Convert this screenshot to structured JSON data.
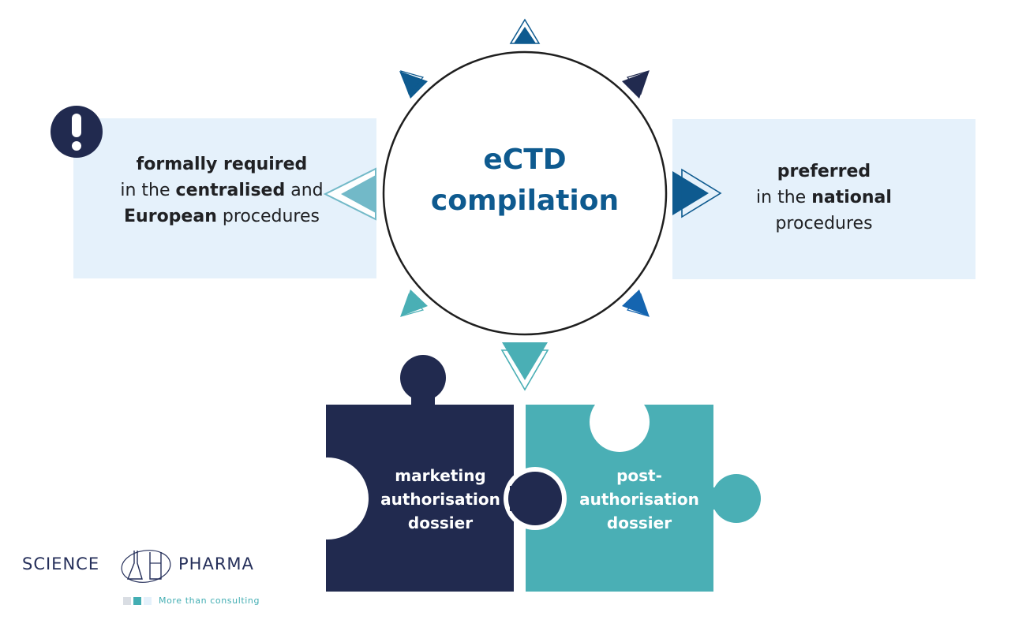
{
  "center": {
    "line1": "eCTD",
    "line2": "compilation"
  },
  "left_box": {
    "line1_bold": "formally required",
    "line2_pre": "in the ",
    "line2_bold": "centralised",
    "line2_post": " and",
    "line3_bold": "European",
    "line3_post": " procedures"
  },
  "right_box": {
    "line1_bold": "preferred",
    "line2_pre": "in the ",
    "line2_bold": "national",
    "line3": "procedures"
  },
  "puzzle": {
    "left_piece": {
      "line1": "marketing",
      "line2": "authorisation",
      "line3": "dossier"
    },
    "right_piece": {
      "line1": "post-",
      "line2": "authorisation",
      "line3": "dossier"
    }
  },
  "logo": {
    "left_word": "SCIENCE",
    "right_word": "PHARMA",
    "tagline": "More than consulting"
  },
  "colors": {
    "navy": "#212a4f",
    "teal": "#4aafb5",
    "blue": "#0e5a8f",
    "box_fill": "#e5f1fb",
    "light_teal": "#72b9c8"
  },
  "icons": [
    "exclamation-icon",
    "arrow-up-icon",
    "arrow-down-icon",
    "arrow-left-icon",
    "arrow-right-icon"
  ]
}
